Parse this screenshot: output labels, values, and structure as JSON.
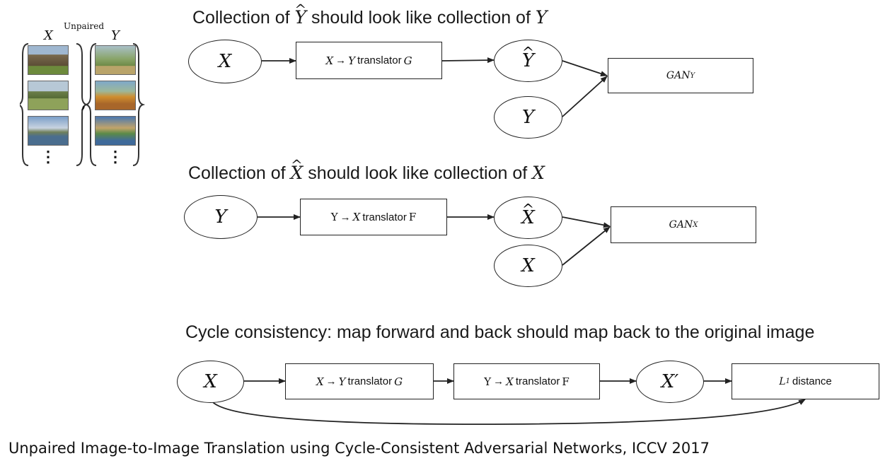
{
  "legend_panel": {
    "unpaired_label": "Unpaired",
    "x_label": "X",
    "y_label": "Y",
    "comma": ",",
    "ellipsis": "⋮"
  },
  "section1": {
    "heading_prefix": "Collection of ",
    "heading_var1": "Y",
    "heading_mid": " should look like collection of ",
    "heading_var2": "Y",
    "node_input": "X",
    "translator_from": "X",
    "translator_arrow": "→",
    "translator_to": "Y",
    "translator_text": "translator",
    "translator_name": "G",
    "node_output": "Y",
    "node_real": "Y",
    "gan_base": "GAN",
    "gan_sub": "Y"
  },
  "section2": {
    "heading_prefix": "Collection of ",
    "heading_var1": "X",
    "heading_mid": " should look like collection of ",
    "heading_var2": "X",
    "node_input": "Y",
    "translator_from": "Y",
    "translator_arrow": "→",
    "translator_to": "X",
    "translator_text": "translator",
    "translator_name": "F",
    "node_output": "X",
    "node_real": "X",
    "gan_base": "GAN",
    "gan_sub": "X"
  },
  "section3": {
    "heading": "Cycle consistency: map forward and back should map back to the original image",
    "node_input": "X",
    "t1_from": "X",
    "t1_arrow": "→",
    "t1_to": "Y",
    "t1_text": "translator",
    "t1_name": "G",
    "t2_from": "Y",
    "t2_arrow": "→",
    "t2_to": "X",
    "t2_text": "translator",
    "t2_name": "F",
    "node_recon": "X′",
    "l1_base": "L",
    "l1_sub": "1",
    "l1_text": "distance"
  },
  "citation": "Unpaired Image-to-Image Translation using Cycle-Consistent Adversarial Networks, ICCV 2017",
  "colors": {
    "stroke": "#222222",
    "thumb_x": [
      "#8a7a5c",
      "#5e7a3c",
      "#6f8fae"
    ],
    "thumb_y": [
      "#7d9a5a",
      "#c7892f",
      "#4f7fb0"
    ]
  }
}
